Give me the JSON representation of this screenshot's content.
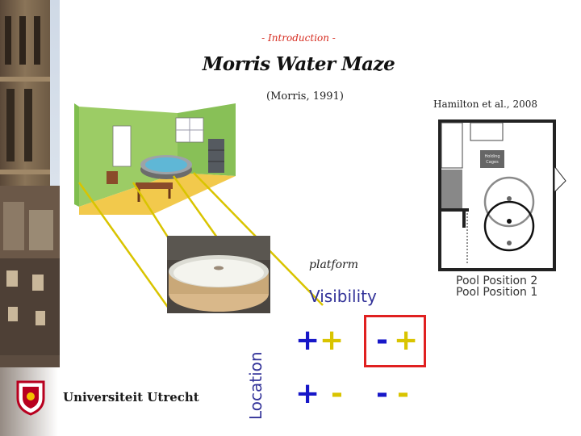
{
  "slide": {
    "section_label": "- Introduction -",
    "title": "Morris Water Maze",
    "citation": "(Morris, 1991)",
    "figure_citation": "Hamilton et al., 2008",
    "platform_label": "platform",
    "visibility_label": "Visibility",
    "location_label": "Location"
  },
  "grid": {
    "r1c1": {
      "a": "+",
      "b": "+"
    },
    "r1c2": {
      "a": "-",
      "b": "+"
    },
    "r2c1": {
      "a": "+",
      "b": "-"
    },
    "r2c2": {
      "a": "-",
      "b": "-"
    }
  },
  "map": {
    "holding_label_line1": "Holding",
    "holding_label_line2": "Cages",
    "legend_pos2": "Pool Position 2",
    "legend_pos1": "Pool Position 1"
  },
  "footer": {
    "university": "Universiteit Utrecht"
  },
  "colors": {
    "section_label": "#d62b1f",
    "axis_labels": "#333399",
    "plus_blue": "#1717c8",
    "symbol_yellow": "#d9c400",
    "highlight_box": "#e02020"
  }
}
